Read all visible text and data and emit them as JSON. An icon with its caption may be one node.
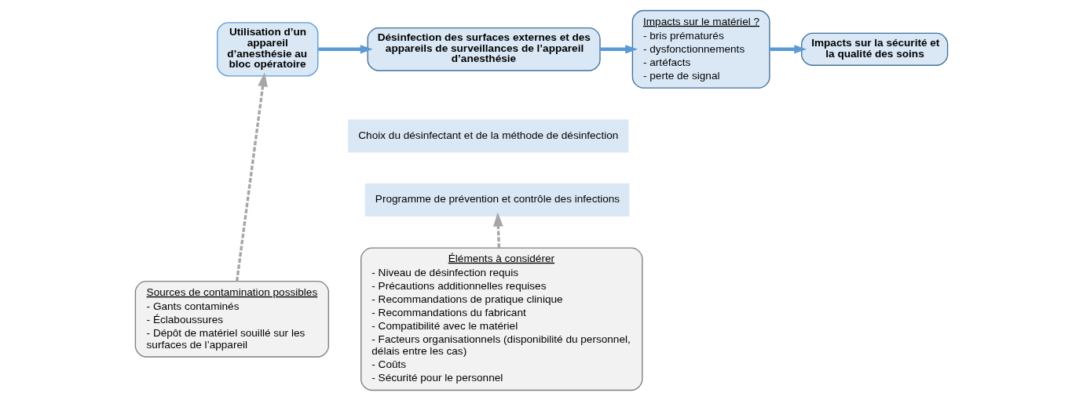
{
  "diagram": {
    "nodes": [
      {
        "text": [
          "Utilisation d’un appareil d’anesthésie au bloc opératoire"
        ]
      },
      {
        "text": [
          "Désinfection des surfaces externes et des appareils de surveillances de l’appareil d’anesthésie"
        ]
      },
      {
        "text": [
          "Impacts sur le matériel ?",
          "- bris prématurés",
          "- dysfonctionnements",
          "- artéfacts",
          "- perte de signal"
        ]
      },
      {
        "text": [
          "Impacts sur la sécurité et la qualité des soins"
        ]
      },
      {
        "text": [
          "Choix du désinfectant et de la méthode de désinfection"
        ]
      },
      {
        "text": [
          "Programme de prévention et contrôle des infections"
        ]
      },
      {
        "text": [
          "Sources de contamination possibles",
          "- Gants contaminés",
          "- Éclaboussures",
          "- Dépôt de matériel souillé sur les surfaces de l’appareil"
        ]
      },
      {
        "text": [
          "Éléments à considérer",
          "- Niveau de désinfection requis",
          "- Précautions additionnelles requises",
          "- Recommandations de pratique clinique",
          "- Recommandations du fabricant",
          "- Compatibilité avec le matériel",
          "- Facteurs organisationnels (disponibilité du personnel, délais entre les cas)",
          "- Coûts",
          "- Sécurité pour le personnel"
        ]
      }
    ],
    "edges": [
      {
        "from": 0,
        "to": 1,
        "arrow": "to"
      },
      {
        "from": 1,
        "to": 2,
        "arrow": "to"
      },
      {
        "from": 2,
        "to": 3,
        "arrow": "to"
      },
      {
        "from": 6,
        "to": 0,
        "arrow": "to",
        "style": "dashed",
        "color": "#a6a6a6"
      },
      {
        "from": 7,
        "to": 5,
        "arrow": "to",
        "style": "dashed",
        "color": "#a6a6a6"
      }
    ]
  }
}
